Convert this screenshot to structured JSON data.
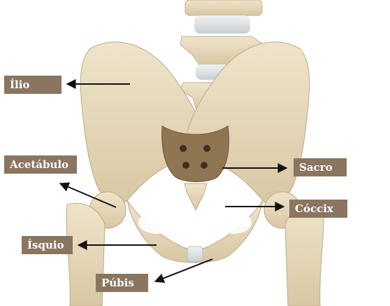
{
  "labels": {
    "ilio": "Ílio",
    "acetabulo": "Acetábulo",
    "isquio": "Ísquio",
    "pubis": "Púbis",
    "sacro": "Sacro",
    "coccix": "Cóccix"
  },
  "colors": {
    "bone": "#e6d9bd",
    "bone_shade": "#c9b894",
    "bone_dark": "#7a6246",
    "disc": "#dfe3e6",
    "label_bg": "#8a7560",
    "label_text": "#ffffff",
    "arrow": "#111111"
  }
}
